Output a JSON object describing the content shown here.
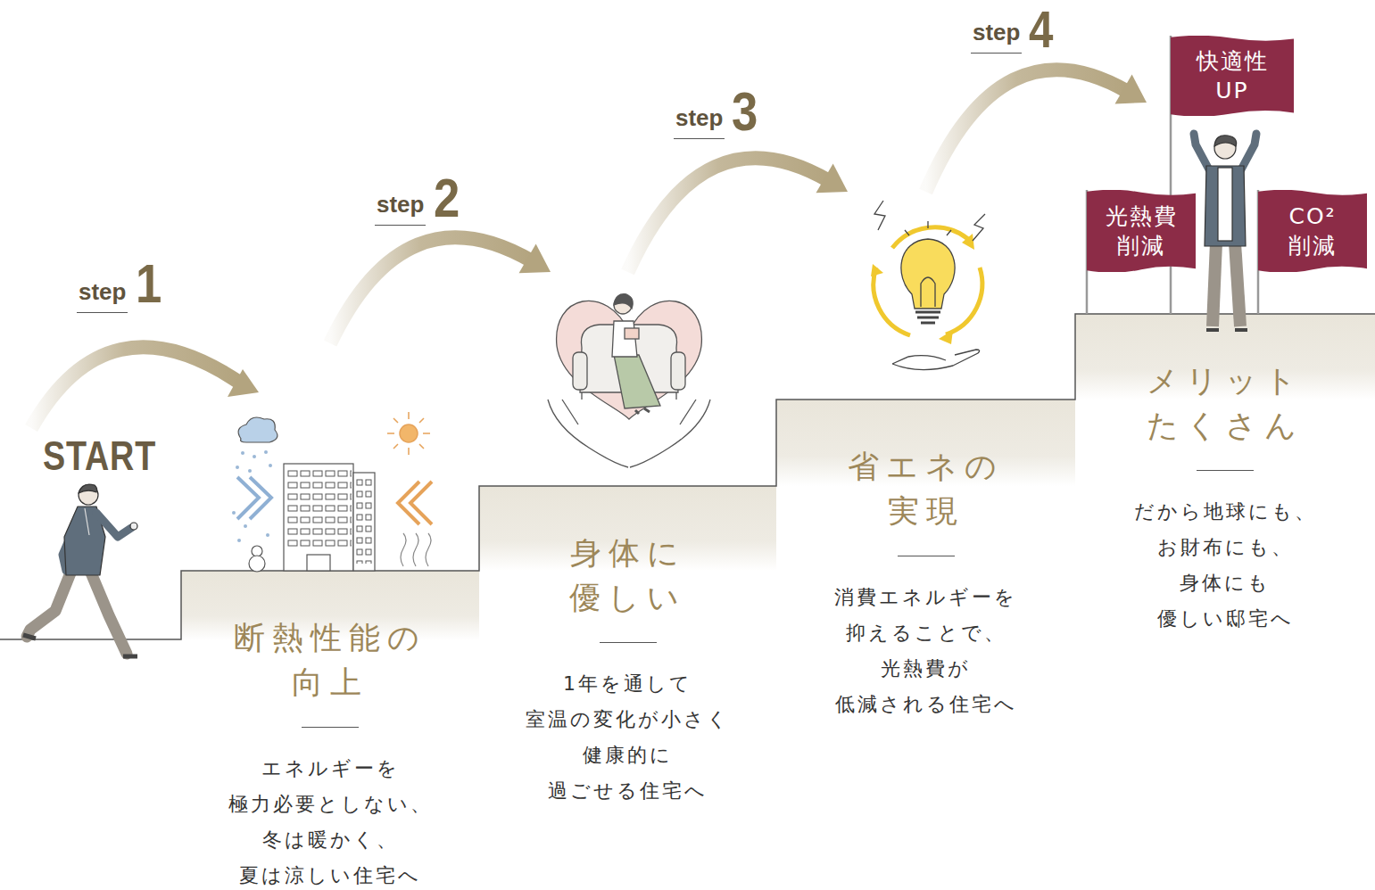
{
  "diagram": {
    "nodes": [
      {
        "text": [
          "断熱性能の 向上",
          "エネルギーを 極力必要としない、 冬は暖かく、 夏は涼しい住宅へ"
        ]
      },
      {
        "text": [
          "身体に 優しい",
          "1年を通して 室温の変化が小さく 健康的に 過ごせる住宅へ"
        ]
      },
      {
        "text": [
          "省エネの 実現",
          "消費エネルギーを 抑えることで、 光熱費が 低減される住宅へ"
        ]
      },
      {
        "text": [
          "メリット たくさん",
          "だから地球にも、 お財布にも、 身体にも 優しい邸宅へ"
        ]
      },
      {
        "text": [
          "快適性 UP"
        ]
      },
      {
        "text": [
          "光熱費 削減"
        ]
      },
      {
        "text": [
          "CO² 削減"
        ]
      }
    ],
    "edges": [
      {
        "from": 0,
        "to": 1,
        "arrow": "to"
      },
      {
        "from": 1,
        "to": 2,
        "arrow": "to"
      },
      {
        "from": 2,
        "to": 3,
        "arrow": "to"
      }
    ],
    "labels": [
      "step",
      "1",
      "step",
      "2",
      "step",
      "3",
      "step",
      "4",
      "START"
    ]
  }
}
